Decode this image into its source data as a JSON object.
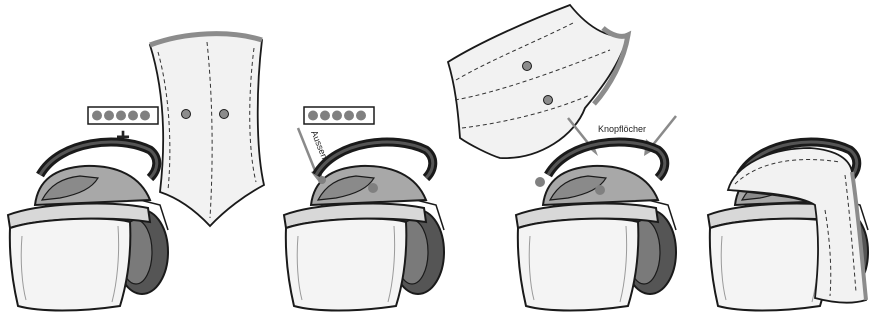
{
  "steps": [
    {
      "id": "step-1",
      "symbol": "+"
    },
    {
      "id": "step-2",
      "arrow_label": "Aussen"
    },
    {
      "id": "step-3",
      "arrow_label": "Knopflöcher"
    },
    {
      "id": "step-4"
    }
  ],
  "colors": {
    "outline": "#1a1a1a",
    "panel_fill": "#f2f2f2",
    "panel_edge": "#8c8c8c",
    "visor_fill": "#f4f4f4",
    "earmuff": "#555555",
    "strap": "#222222",
    "shell_gray": "#a8a8a8",
    "dot_gray": "#808080",
    "arrow_gray": "#8a8a8a"
  }
}
